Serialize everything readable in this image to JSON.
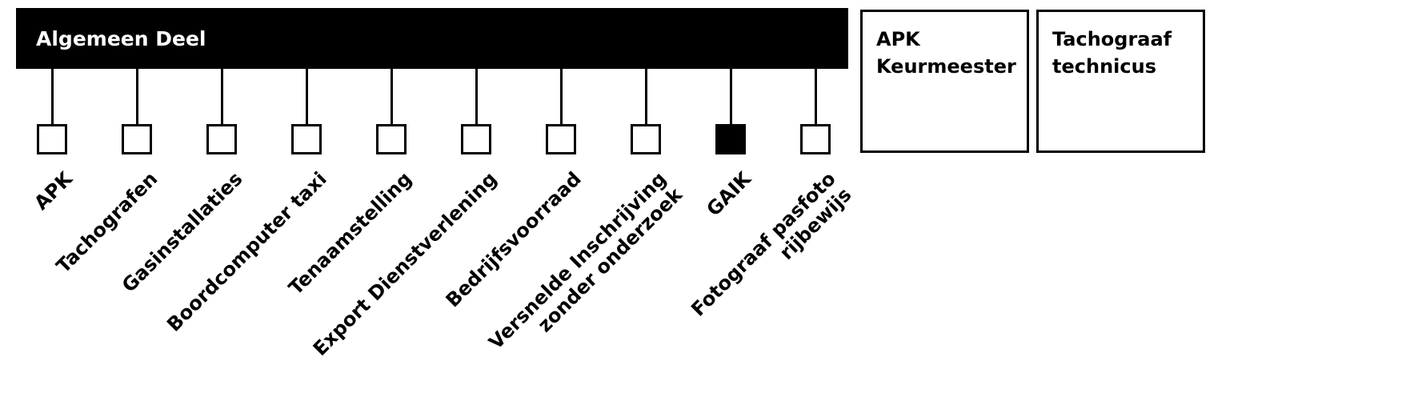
{
  "header": {
    "title": "Algemeen Deel"
  },
  "side_boxes": [
    {
      "title": "APK Keurmeester"
    },
    {
      "title": "Tachograaf\ntechnicus"
    }
  ],
  "modules": [
    {
      "label": "APK",
      "selected": false
    },
    {
      "label": "Tachografen",
      "selected": false
    },
    {
      "label": "Gasinstallaties",
      "selected": false
    },
    {
      "label": "Boordcomputer taxi",
      "selected": false
    },
    {
      "label": "Tenaamstelling",
      "selected": false
    },
    {
      "label": "Export Dienstverlening",
      "selected": false
    },
    {
      "label": "Bedrijfsvoorraad",
      "selected": false
    },
    {
      "label": "Versnelde Inschrijving\nzonder onderzoek",
      "selected": false
    },
    {
      "label": "GAIK",
      "selected": true
    },
    {
      "label": "Fotograaf pasfoto\nrijbewijs",
      "selected": false
    }
  ]
}
